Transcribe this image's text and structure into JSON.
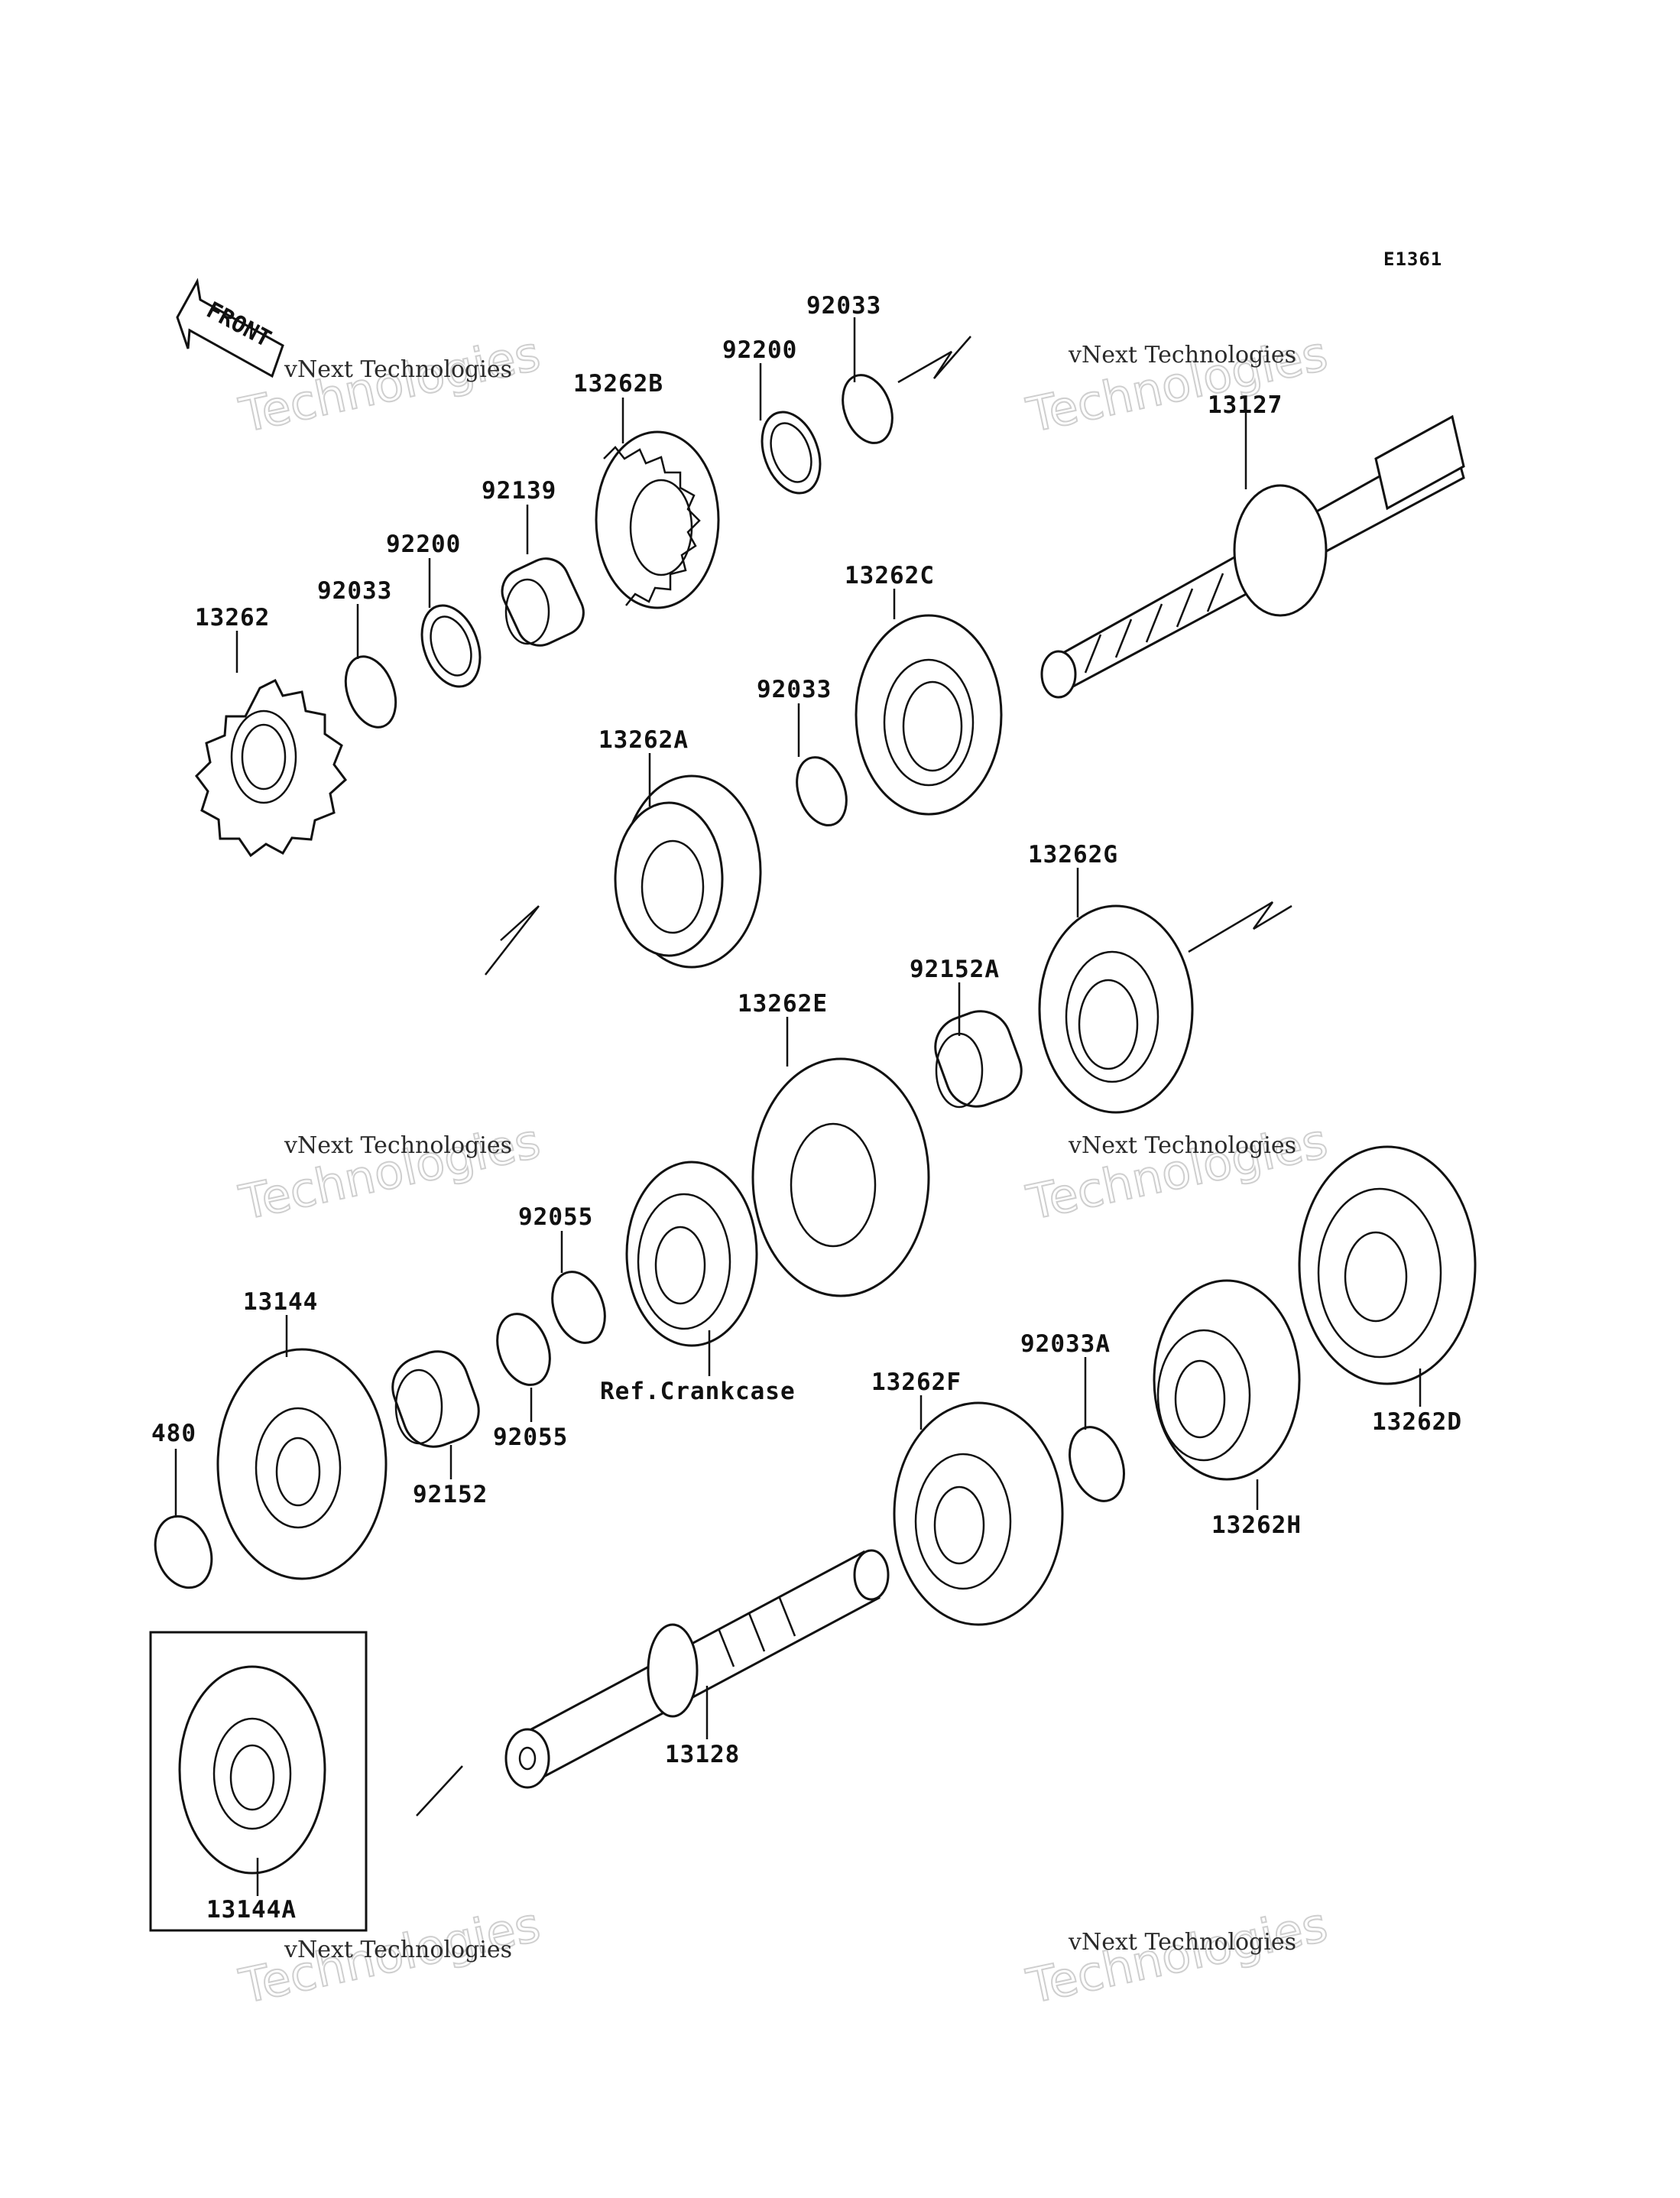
{
  "diagram": {
    "code": "E1361",
    "front_label": "FRONT",
    "watermark_line1": "vNext Technologies",
    "watermark_line2": "Technologies",
    "parts": {
      "p92033_top": "92033",
      "p92200_top": "92200",
      "p13262B": "13262B",
      "p92139": "92139",
      "p92200": "92200",
      "p92033_left": "92033",
      "p13262": "13262",
      "p13127": "13127",
      "p13262C": "13262C",
      "p92033_mid": "92033",
      "p13262A": "13262A",
      "p13262G": "13262G",
      "p92152A": "92152A",
      "p13262E": "13262E",
      "p92055_top": "92055",
      "p92055_bottom": "92055",
      "p13144": "13144",
      "p92152": "92152",
      "p480": "480",
      "ref_crankcase": "Ref.Crankcase",
      "p13262F": "13262F",
      "p92033A": "92033A",
      "p13262H": "13262H",
      "p13262D": "13262D",
      "p13128": "13128",
      "p13144A": "13144A"
    }
  }
}
